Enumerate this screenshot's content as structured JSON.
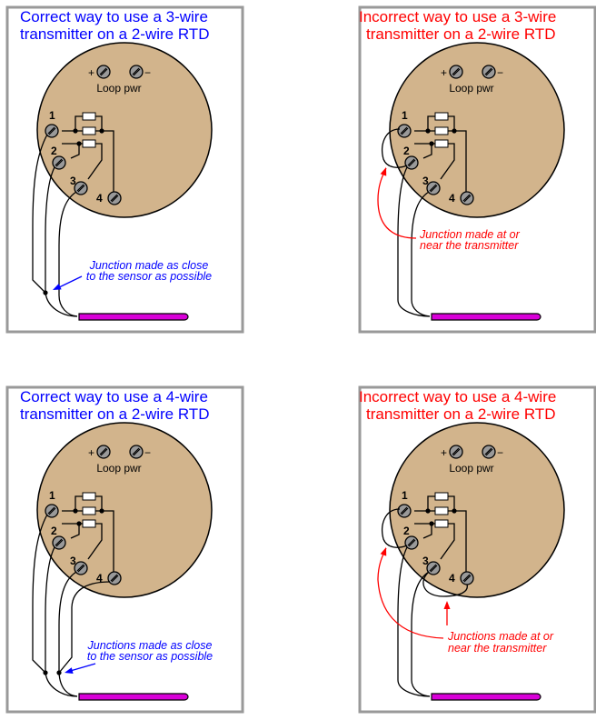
{
  "colors": {
    "correct": "#0000ff",
    "incorrect": "#ff0000",
    "housing": "#d2b48c",
    "probe": "#d800d8",
    "frame": "#999999"
  },
  "panels": [
    {
      "title": [
        "Correct way to use a 3-wire",
        "transmitter on a 2-wire RTD"
      ],
      "note": [
        "Junction made as close",
        "to the sensor as possible"
      ],
      "kind": "correct3"
    },
    {
      "title": [
        "Incorrect way to use a 3-wire",
        "transmitter on a 2-wire RTD"
      ],
      "note": [
        "Junction made at or",
        "near the transmitter"
      ],
      "kind": "incorrect3"
    },
    {
      "title": [
        "Correct way to use a 4-wire",
        "transmitter on a 2-wire RTD"
      ],
      "note": [
        "Junctions made as close",
        "to the sensor as possible"
      ],
      "kind": "correct4"
    },
    {
      "title": [
        "Incorrect way to use a 4-wire",
        "transmitter on a 2-wire RTD"
      ],
      "note": [
        "Junctions made at or",
        "near the transmitter"
      ],
      "kind": "incorrect4"
    }
  ],
  "labels": {
    "plus": "+",
    "minus": "−",
    "loop_pwr": "Loop pwr",
    "terminals": [
      "1",
      "2",
      "3",
      "4"
    ]
  }
}
